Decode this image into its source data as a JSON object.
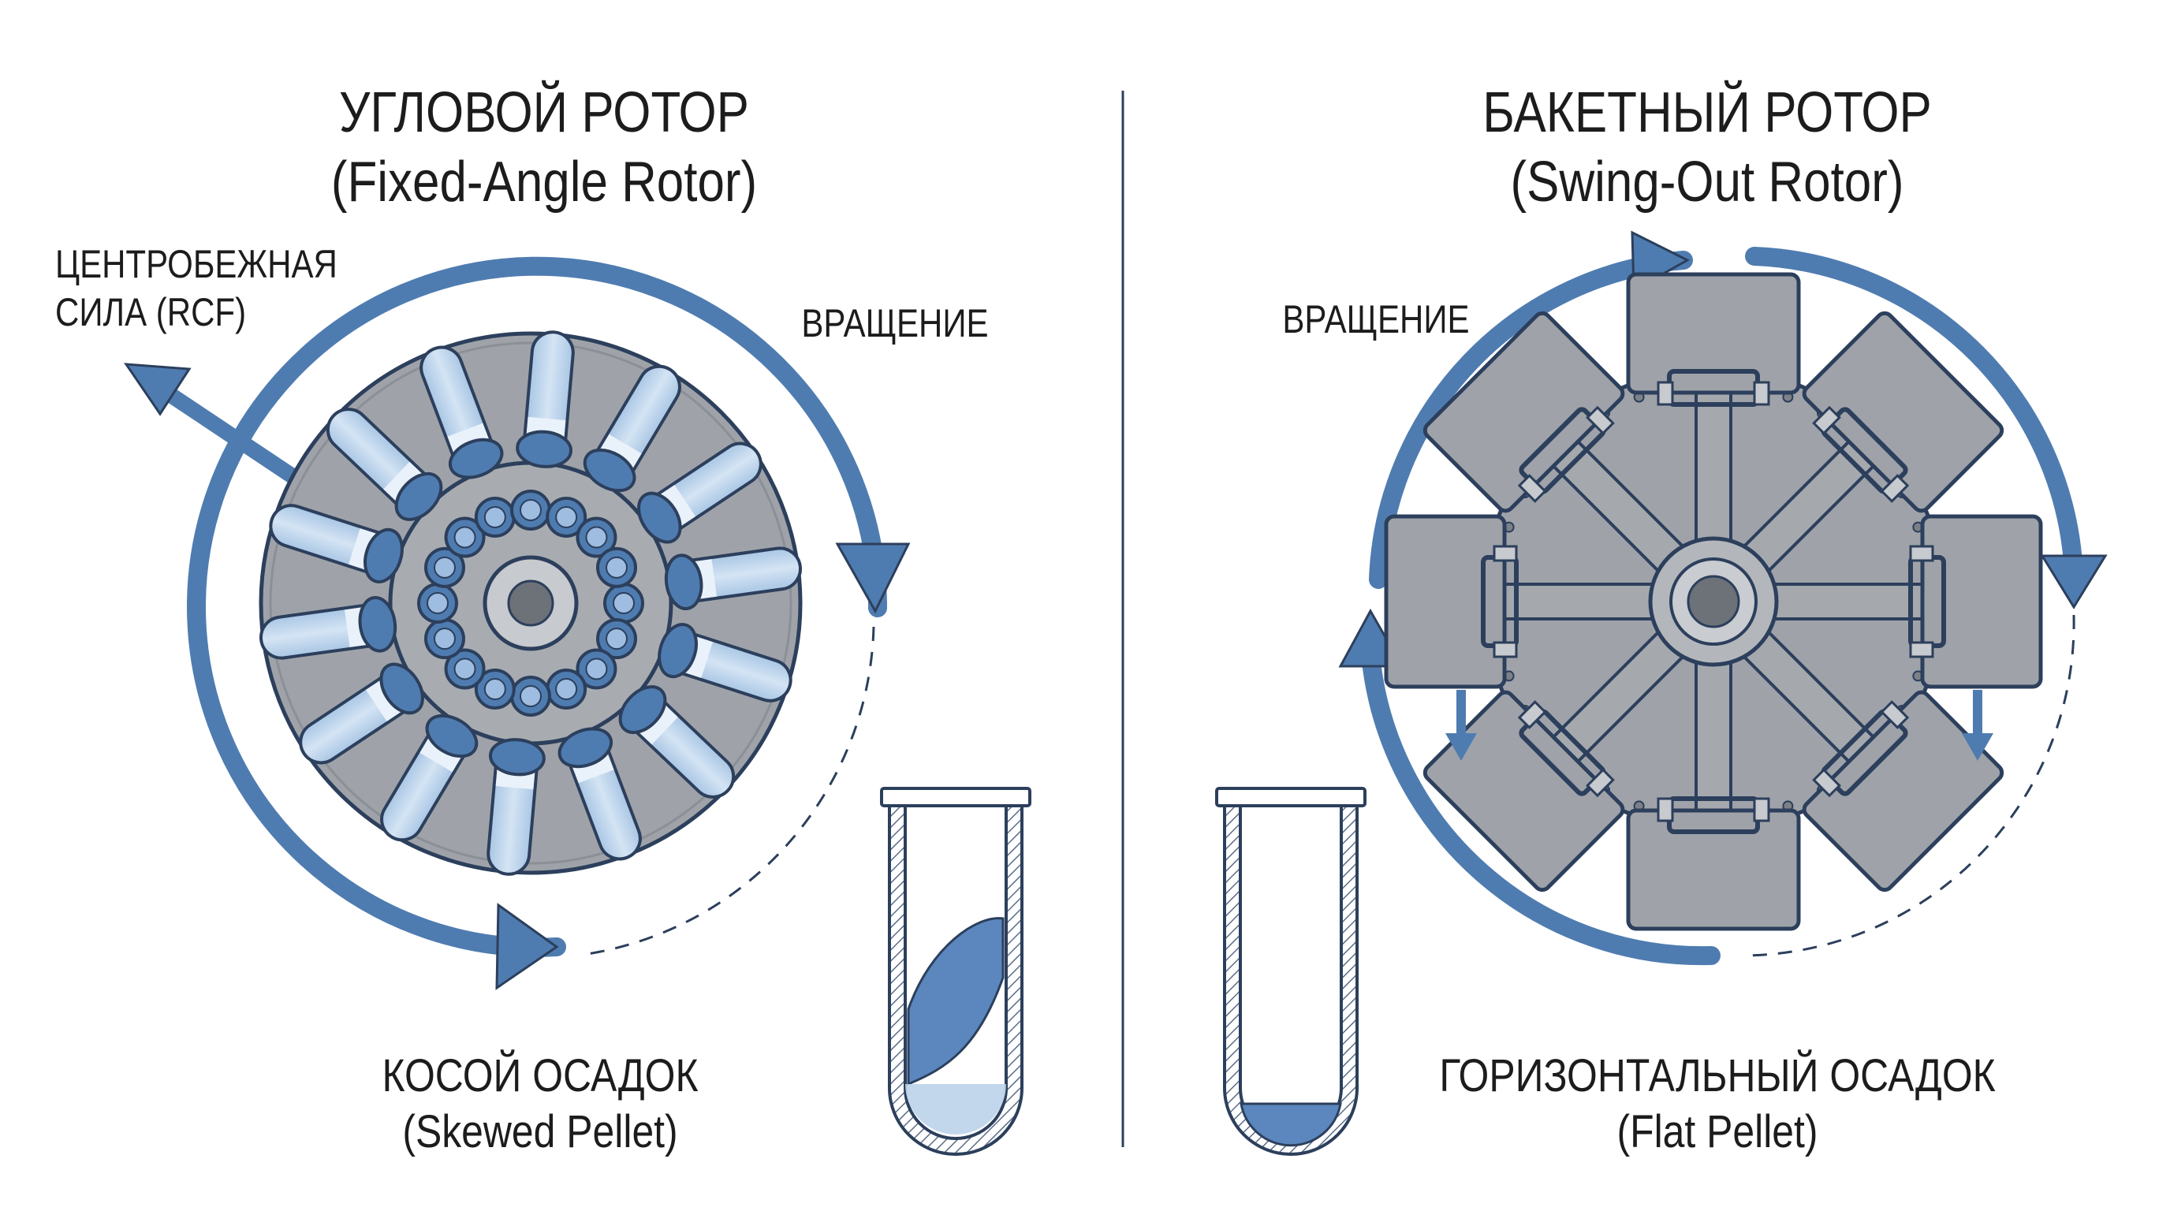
{
  "left_panel": {
    "title_ru": "УГЛОВОЙ РОТОР",
    "title_en": "(Fixed-Angle Rotor)",
    "force_label_line1": "ЦЕНТРОБЕЖНАЯ",
    "force_label_line2": "СИЛА (RCF)",
    "rotation_label": "ВРАЩЕНИЕ",
    "pellet_ru": "КОСОЙ ОСАДОК",
    "pellet_en": "(Skewed Pellet)"
  },
  "right_panel": {
    "title_ru": "БАКЕТНЫЙ РОТОР",
    "title_en": "(Swing-Out Rotor)",
    "rotation_label": "ВРАЩЕНИЕ",
    "pellet_ru": "ГОРИЗОНТАЛЬНЫЙ ОСАДОК",
    "pellet_en": "(Flat Pellet)"
  },
  "colors": {
    "accent_blue": "#4f7cb0",
    "rotor_gray": "#9fa3a9",
    "outline_navy": "#2c3f5c",
    "tube_light_blue": "#bcd3ea",
    "pellet_blue": "#5b87be"
  }
}
